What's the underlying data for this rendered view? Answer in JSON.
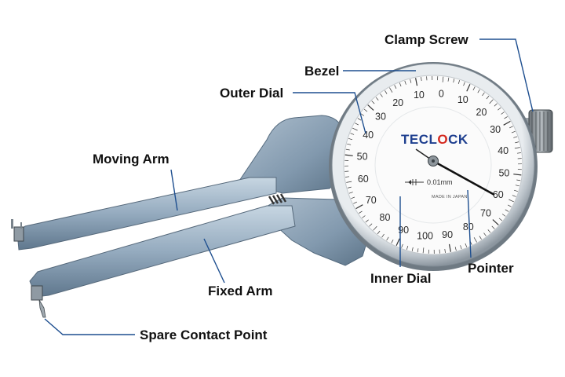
{
  "labels": {
    "clamp_screw": "Clamp Screw",
    "bezel": "Bezel",
    "outer_dial": "Outer Dial",
    "moving_arm": "Moving Arm",
    "fixed_arm": "Fixed Arm",
    "spare_contact_point": "Spare Contact Point",
    "inner_dial": "Inner Dial",
    "pointer": "Pointer"
  },
  "dial": {
    "brand_prefix": "TECL",
    "brand_o": "O",
    "brand_suffix": "CK",
    "resolution": "0.01mm",
    "made_in": "MADE IN JAPAN",
    "scale_numbers": [
      "10",
      "0",
      "10",
      "20",
      "30",
      "40",
      "50",
      "60",
      "70",
      "80",
      "90",
      "100",
      "90",
      "80",
      "70",
      "60",
      "50",
      "40",
      "30",
      "20"
    ]
  },
  "colors": {
    "leader_line": "#1d4e8f",
    "body_metal": "#8ea3b5",
    "brand_blue": "#1e3f8f",
    "brand_red": "#d42a20"
  }
}
